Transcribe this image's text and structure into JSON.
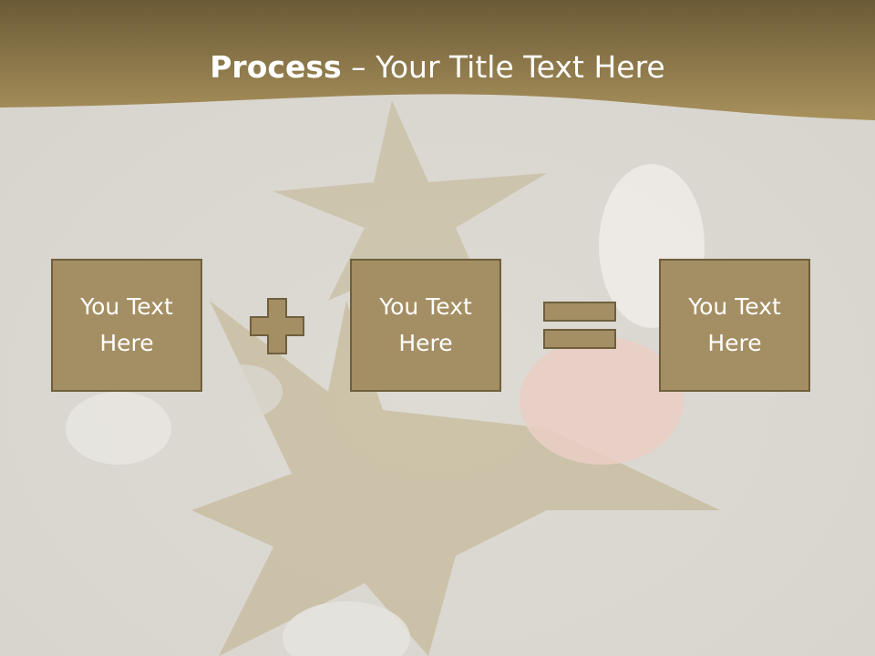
{
  "slide": {
    "title_bold": "Process",
    "title_dash": " – ",
    "title_rest": "Your Title Text Here",
    "boxes": [
      {
        "label": "You Text Here"
      },
      {
        "label": "You Text Here"
      },
      {
        "label": "You Text Here"
      }
    ],
    "operators": [
      "plus-icon",
      "equals-icon"
    ],
    "colors": {
      "header_dark": "#6b5a36",
      "header_light": "#a58d59",
      "box_fill": "#a48e63",
      "box_border": "#6f5f3e",
      "text": "#ffffff"
    }
  }
}
